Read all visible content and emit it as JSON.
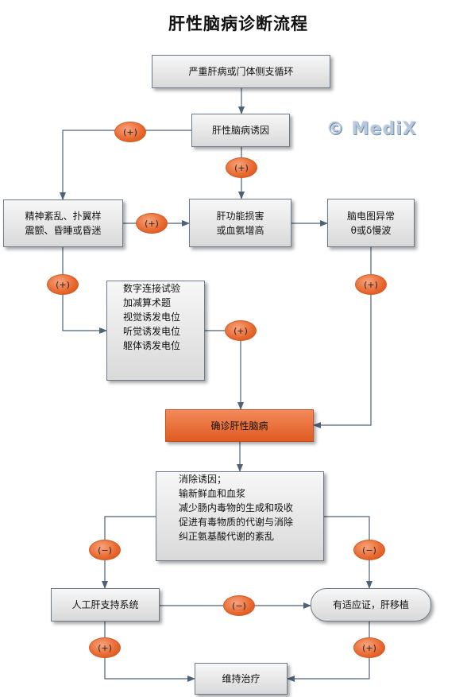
{
  "title": "肝性脑病诊断流程",
  "watermark": "© MediX",
  "nodes": {
    "portal": "严重肝病或门体侧支循环",
    "trigger": "肝性脑病诱因",
    "symptoms": [
      "精神紊乱、扑翼样",
      "震颤、昏睡或昏迷"
    ],
    "liver": [
      "肝功能损害",
      "或血氨增高"
    ],
    "eeg": [
      "脑电图异常",
      "θ或δ慢波"
    ],
    "tests": [
      "数字连接试验",
      "加减算术题",
      "视觉诱发电位",
      "听觉诱发电位",
      "躯体诱发电位"
    ],
    "diagnosis": "确诊肝性脑病",
    "treatment": [
      "消除诱因；",
      "输新鲜血和血浆",
      "减少肠内毒物的生成和吸收",
      "促进有毒物质的代谢与消除",
      "纠正氨基酸代谢的紊乱"
    ],
    "artificial": "人工肝支持系统",
    "transplant": "有适应证，肝移植",
    "maintain": "维持治疗"
  },
  "badges": {
    "plus": "(+)",
    "minus": "(−)"
  },
  "colors": {
    "line": "#4d6276",
    "orange": "#e8672d",
    "box": "#dcdcdc"
  }
}
